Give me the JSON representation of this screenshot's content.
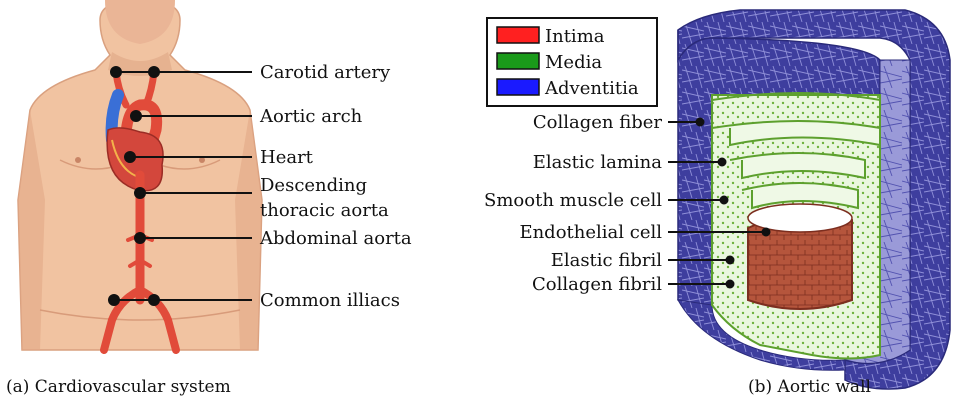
{
  "panel_a": {
    "labels": {
      "carotid": "Carotid artery",
      "arch": "Aortic arch",
      "heart": "Heart",
      "descending_1": "Descending",
      "descending_2": "thoracic aorta",
      "abdominal": "Abdominal aorta",
      "iliacs": "Common illiacs"
    },
    "caption": "(a) Cardiovascular system"
  },
  "panel_b": {
    "legend": [
      {
        "label": "Intima",
        "color": "#ff2020"
      },
      {
        "label": "Media",
        "color": "#1a9a1a"
      },
      {
        "label": "Adventitia",
        "color": "#1a1aff"
      }
    ],
    "labels": {
      "collagen_fiber": "Collagen fiber",
      "elastic_lamina": "Elastic lamina",
      "smooth_muscle": "Smooth muscle cell",
      "endothelial": "Endothelial cell",
      "elastic_fibril": "Elastic fibril",
      "collagen_fibril": "Collagen fibril"
    },
    "caption": "(b) Aortic wall"
  },
  "colors": {
    "skin": "#f1c3a1",
    "skin_shadow": "#d99d7a",
    "artery": "#e14b3a",
    "vein": "#3a6fd6",
    "intima": "#b04a32",
    "media": "#d9f2c8",
    "media_edge": "#7fbf4d",
    "adventitia": "#3e3e9e",
    "adventitia_inner": "#9a9ad8"
  }
}
